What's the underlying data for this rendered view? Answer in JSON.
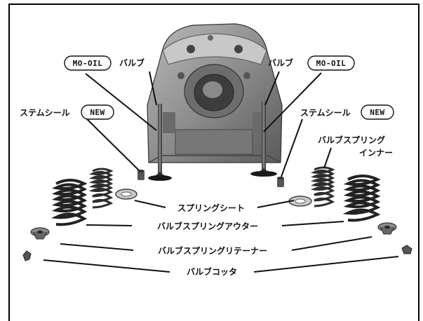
{
  "badges": {
    "mo_oil": "MO-OIL",
    "new": "NEW"
  },
  "labels": {
    "valve": "バルブ",
    "stem_seal": "ステムシール",
    "valve_spring_inner_line1": "バルブスプリング",
    "valve_spring_inner_line2": "インナー",
    "spring_seat": "スプリングシート",
    "valve_spring_outer": "バルブスプリングアウター",
    "valve_spring_retainer": "バルブスプリングリテーナー",
    "valve_cotter": "バルブコッタ"
  }
}
